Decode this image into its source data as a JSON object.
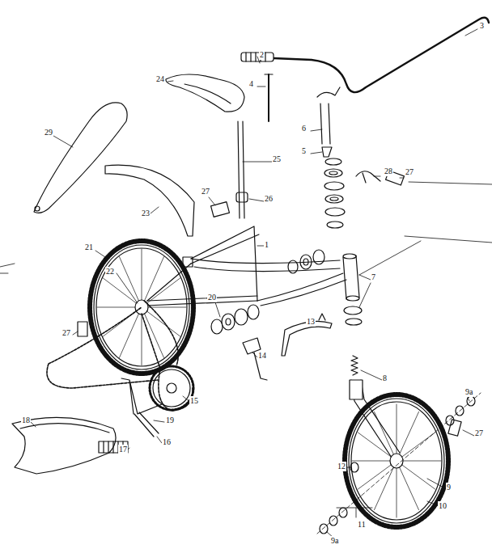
{
  "diagram": {
    "labels": [
      "3",
      "2",
      "24",
      "4",
      "6",
      "5",
      "29",
      "25",
      "28",
      "27",
      "27",
      "26",
      "23",
      "1",
      "21",
      "22",
      "7",
      "20",
      "27",
      "13",
      "14",
      "15",
      "19",
      "18",
      "16",
      "17",
      "8",
      "9a",
      "27",
      "12",
      "9",
      "10",
      "11",
      "9a"
    ]
  }
}
